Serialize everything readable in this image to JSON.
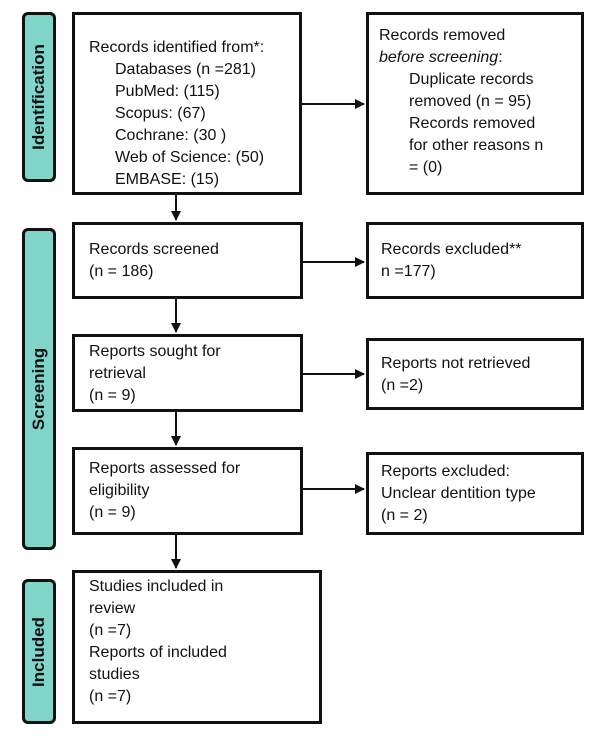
{
  "phases": {
    "identification": "Identification",
    "screening": "Screening",
    "included": "Included"
  },
  "identified": {
    "heading": "Records identified from*:",
    "databases": "Databases (n =281)",
    "pubmed": "PubMed: (115)",
    "scopus": "Scopus: (67)",
    "cochrane": "Cochrane: (30   )",
    "wos": "Web of Science: (50)",
    "embase": "EMBASE:  (15)"
  },
  "removed": {
    "heading": "Records removed",
    "subheading": "before screening",
    "colon": ":",
    "dup_line1": "Duplicate records",
    "dup_line2": "removed (n = 95)",
    "other_line1": "Records removed",
    "other_line2": "for other reasons n",
    "other_line3": "= (0)"
  },
  "screened": {
    "line1": "Records screened",
    "line2": "(n = 186)"
  },
  "excluded": {
    "line1": "Records excluded**",
    "line2": "n =177)"
  },
  "sought": {
    "line1": "Reports sought for",
    "line2": "retrieval",
    "line3": "(n = 9)"
  },
  "not_retrieved": {
    "line1": "Reports not retrieved",
    "line2": "(n =2)"
  },
  "assessed": {
    "line1": "Reports assessed for",
    "line2": "eligibility",
    "line3": "(n = 9)"
  },
  "reports_excluded": {
    "line1": "Reports excluded:",
    "line2": "Unclear dentition type",
    "line3": "(n = 2)"
  },
  "included_box": {
    "line1": "Studies included in",
    "line2": "review",
    "line3": "(n =7)",
    "line4": "Reports of included",
    "line5": "studies",
    "line6": "(n =7)"
  }
}
